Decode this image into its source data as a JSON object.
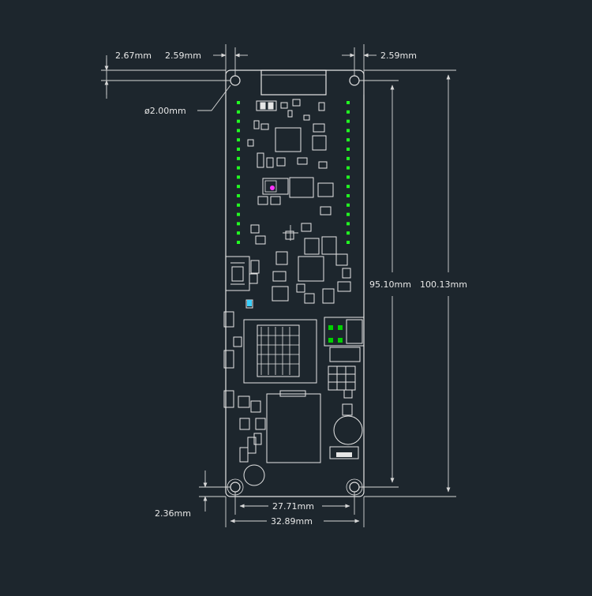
{
  "colors": {
    "background": "#1d262d",
    "outline": "#e6e6e6",
    "pad_green": "#22ff22",
    "chip_green": "#00d000",
    "marker_magenta": "#ff33ff",
    "dimension_line": "#d8d8d8"
  },
  "dimensions": {
    "top_left_edge": "2.67mm",
    "top_left_hole": "2.59mm",
    "top_right_hole": "2.59mm",
    "hole_diameter": "ø2.00mm",
    "hole_span_height": "95.10mm",
    "board_height": "100.13mm",
    "bottom_edge": "2.36mm",
    "hole_span_width": "27.71mm",
    "board_width": "32.89mm"
  }
}
